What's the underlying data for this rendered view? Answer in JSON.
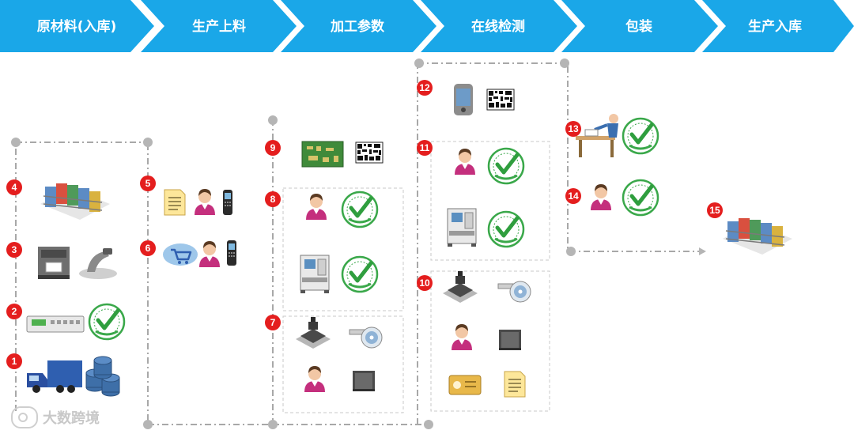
{
  "stages": [
    "原材料(入库)",
    "生产上料",
    "加工参数",
    "在线检测",
    "包装",
    "生产入库"
  ],
  "steps": [
    "1",
    "2",
    "3",
    "4",
    "5",
    "6",
    "7",
    "8",
    "9",
    "10",
    "11",
    "12",
    "13",
    "14",
    "15"
  ],
  "colors": {
    "stage_bar": "#1aa7e8",
    "badge": "#e41e1e",
    "connector": "#a8a8a8",
    "approved_stamp": "#2f9e3e"
  },
  "icons": {
    "truck": "truck-icon",
    "barrels": "barrels-icon",
    "instrument": "test-instrument-icon",
    "printer": "label-printer-icon",
    "scanner": "barcode-scanner-icon",
    "shelves": "warehouse-shelves-icon",
    "document": "document-icon",
    "worker": "worker-icon",
    "handheld": "handheld-terminal-icon",
    "cart": "shopping-cart-icon",
    "circuit_board": "circuit-board-icon",
    "qr_code": "2d-barcode-icon",
    "machine": "production-machine-icon",
    "reel": "component-reel-icon",
    "chip": "chip-icon",
    "card": "id-card-icon",
    "phone": "mobile-phone-icon",
    "desk_worker": "packing-worker-icon",
    "approved": "approved-stamp-icon"
  },
  "watermark": "大数跨境"
}
